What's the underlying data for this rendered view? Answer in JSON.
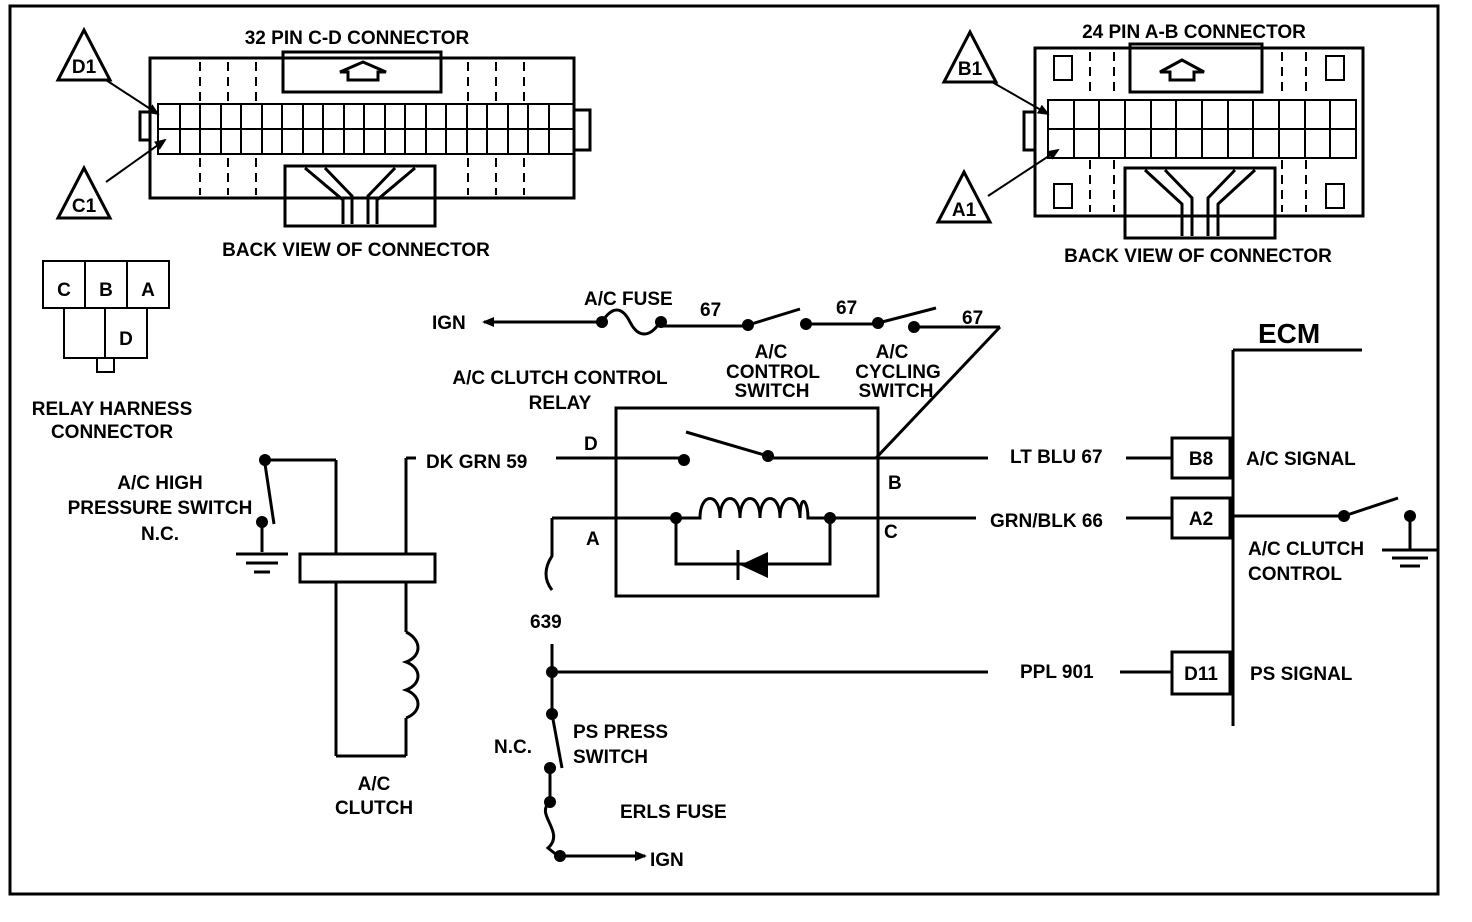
{
  "connector_cd": {
    "title": "32 PIN C-D  CONNECTOR",
    "caption": "BACK VIEW OF CONNECTOR",
    "pin_top": "D1",
    "pin_bottom": "C1"
  },
  "connector_ab": {
    "title": "24 PIN A-B  CONNECTOR",
    "caption": "BACK VIEW OF CONNECTOR",
    "pin_top": "B1",
    "pin_bottom": "A1"
  },
  "relay_harness": {
    "cells": [
      "C",
      "B",
      "A",
      "D"
    ],
    "label_line1": "RELAY HARNESS",
    "label_line2": "CONNECTOR"
  },
  "top_circuit": {
    "ign": "IGN",
    "fuse": "A/C FUSE",
    "wire_1": "67",
    "wire_2": "67",
    "wire_3": "67",
    "control_switch": [
      "A/C",
      "CONTROL",
      "SWITCH"
    ],
    "cycling_switch": [
      "A/C",
      "CYCLING",
      "SWITCH"
    ]
  },
  "relay": {
    "title_line1": "A/C CLUTCH CONTROL",
    "title_line2": "RELAY",
    "pin_d": "D",
    "pin_b": "B",
    "pin_a": "A",
    "pin_c": "C"
  },
  "high_pressure": {
    "line1": "A/C HIGH",
    "line2": "PRESSURE SWITCH",
    "line3": "N.C."
  },
  "clutch": {
    "wire": "DK GRN 59",
    "line1": "A/C",
    "line2": "CLUTCH"
  },
  "wires": {
    "lt_blu": "LT BLU 67",
    "grn_blk": "GRN/BLK 66",
    "ppl": "PPL 901",
    "w639": "639"
  },
  "ecm": {
    "title": "ECM",
    "b8": "B8",
    "a2": "A2",
    "d11": "D11",
    "ac_signal": "A/C SIGNAL",
    "clutch_control_1": "A/C CLUTCH",
    "clutch_control_2": "CONTROL",
    "ps_signal": "PS SIGNAL"
  },
  "ps_switch": {
    "nc": "N.C.",
    "line1": "PS PRESS",
    "line2": "SWITCH",
    "fuse": "ERLS FUSE",
    "ign": "IGN"
  }
}
